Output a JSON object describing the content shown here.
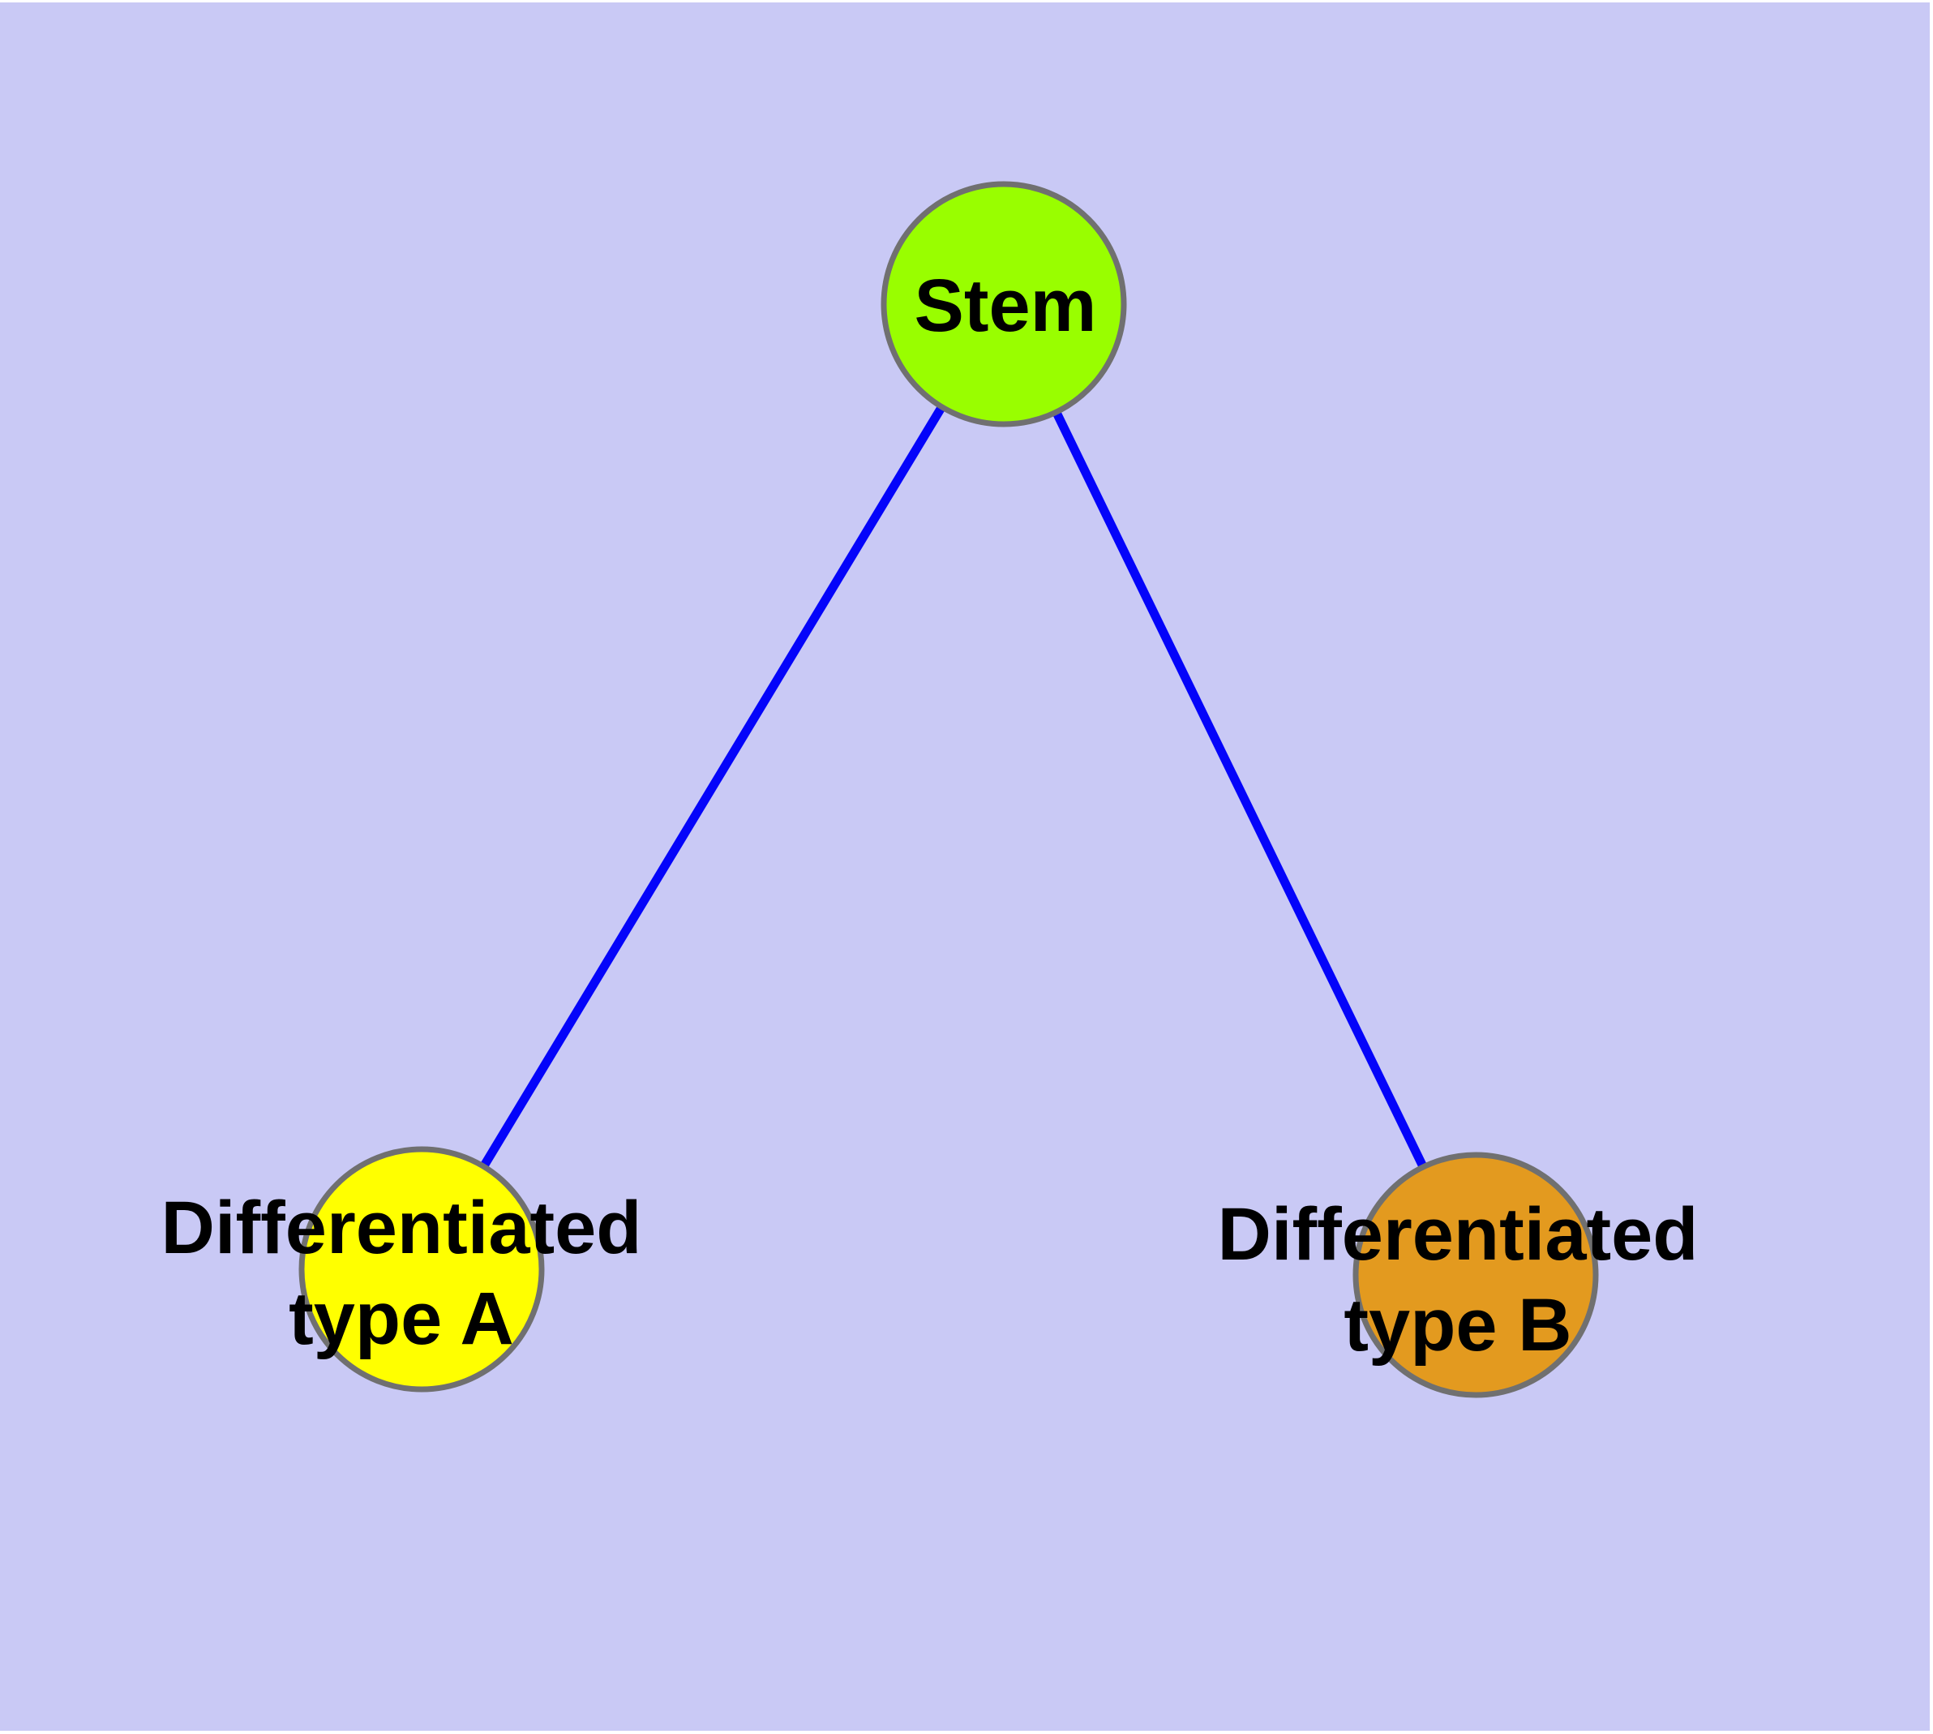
{
  "diagram": {
    "background_color": "#c9c9f5",
    "margin_color": "#ffffff",
    "style": {
      "edge_color": "#0404fa",
      "node_border_color": "#707070",
      "label_color": "#000000"
    },
    "nodes": [
      {
        "id": "stem",
        "label": "Stem",
        "lines": [
          "Stem"
        ],
        "fill": "#99fe00"
      },
      {
        "id": "differentiated-type-a",
        "label": "Differentiated type A",
        "lines": [
          "Differentiated",
          "type A"
        ],
        "fill": "#ffff00"
      },
      {
        "id": "differentiated-type-b",
        "label": "Differentiated type B",
        "lines": [
          "Differentiated",
          "type B"
        ],
        "fill": "#e39a1f"
      }
    ],
    "edges": [
      {
        "from": "Stem",
        "to": "Differentiated type A"
      },
      {
        "from": "Stem",
        "to": "Differentiated type B"
      }
    ]
  }
}
